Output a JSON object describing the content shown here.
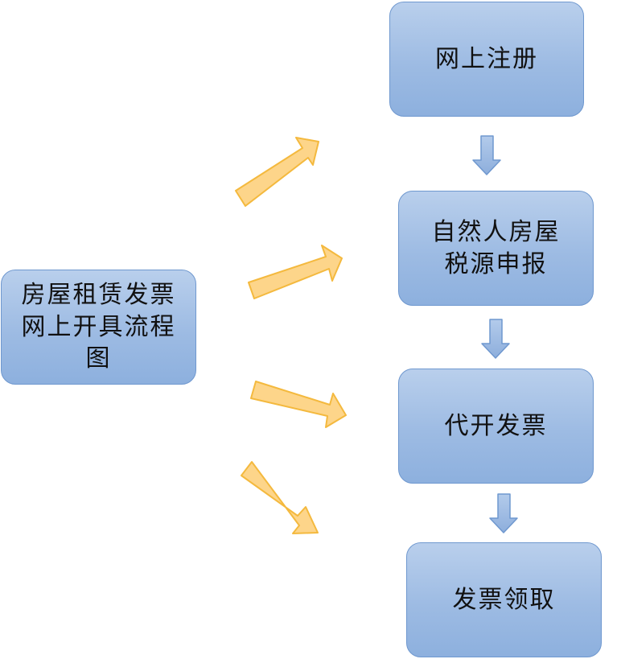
{
  "main_box": {
    "lines": [
      "房屋租赁发票",
      "网上开具流程",
      "图"
    ]
  },
  "steps": [
    {
      "lines": [
        "网上注册"
      ]
    },
    {
      "lines": [
        "自然人房屋",
        "税源申报"
      ]
    },
    {
      "lines": [
        "代开发票"
      ]
    },
    {
      "lines": [
        "发票领取"
      ]
    }
  ],
  "colors": {
    "box_fill": "#9dbbe3",
    "box_border": "#6f98cf",
    "fan_arrow_fill": "#fdd58a",
    "fan_arrow_border": "#f4b93e",
    "down_arrow_fill": "#9dbbe3",
    "down_arrow_border": "#6f98cf"
  }
}
